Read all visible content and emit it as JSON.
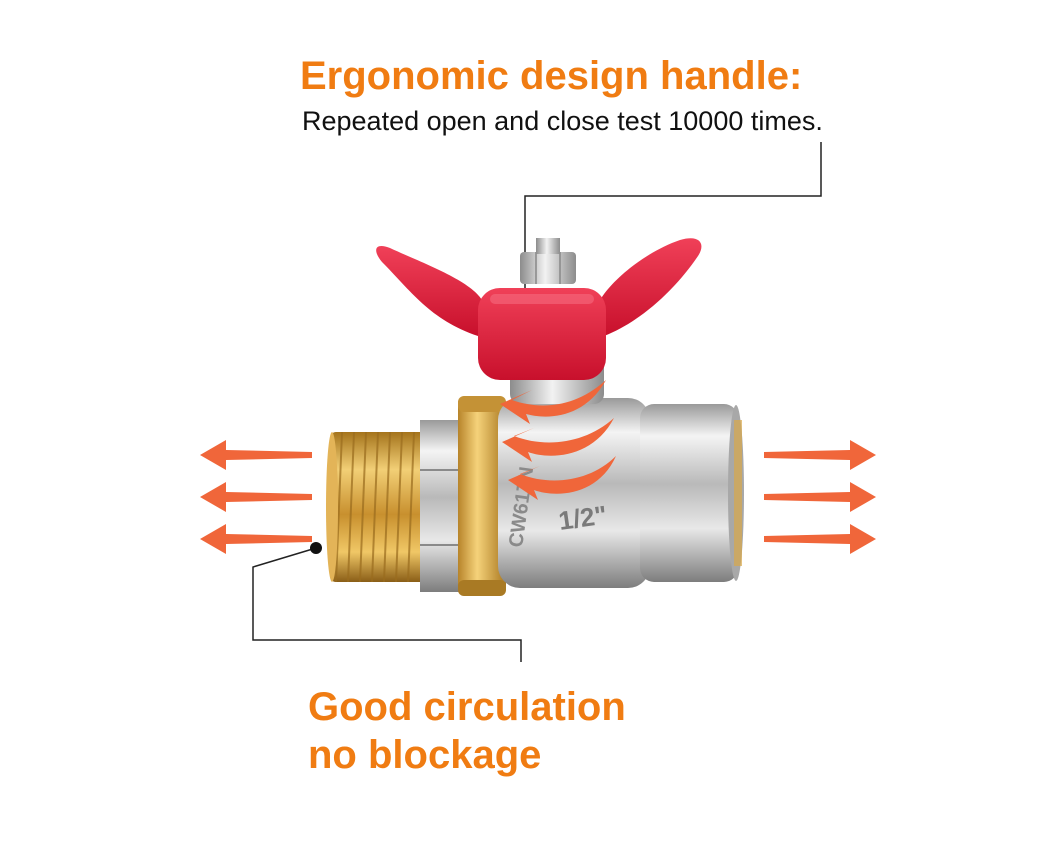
{
  "callouts": {
    "handle_title": "Ergonomic design handle:",
    "handle_desc": "Repeated open and close test 10000 times.",
    "flow_title_line1": "Good circulation",
    "flow_title_line2": "no blockage"
  },
  "valve": {
    "size_marking": "1/2\"",
    "body_marking": "CW617N"
  },
  "colors": {
    "accent": "#f07c12",
    "arrow": "#f0663a",
    "handle": "#e0203a",
    "brass": "#d8a53c",
    "nickel": "#c9c9c9"
  },
  "icons": {
    "flow_arrows_left": "arrow-left-icon",
    "flow_arrows_right": "arrow-right-icon",
    "flow_waves": "curved-flow-icon"
  }
}
